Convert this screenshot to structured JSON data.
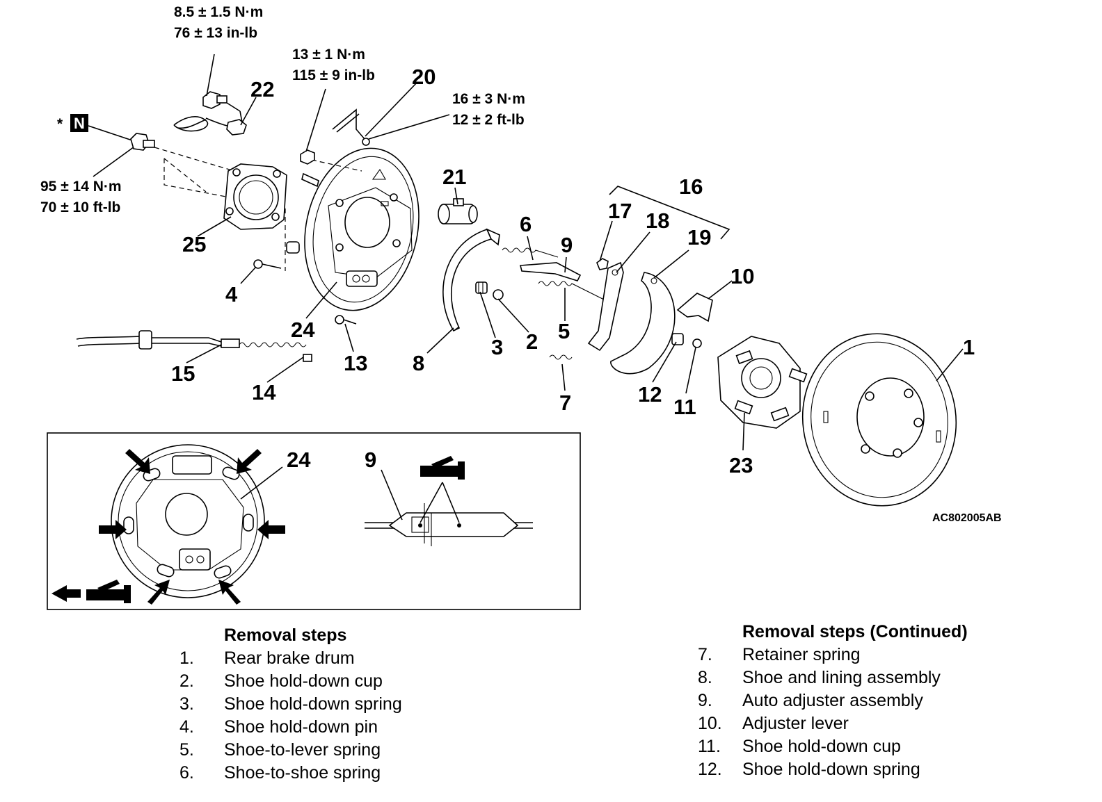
{
  "torque_specs": {
    "t1": [
      "8.5 ± 1.5 N·m",
      "76 ± 13 in-lb"
    ],
    "t2": [
      "13 ± 1 N·m",
      "115 ± 9 in-lb"
    ],
    "t3": [
      "16 ± 3 N·m",
      "12 ± 2 ft-lb"
    ],
    "t4": [
      "95 ± 14 N·m",
      "70 ± 10 ft-lb"
    ]
  },
  "marks": {
    "asterisk": "*",
    "new_part": "N"
  },
  "callouts": [
    "1",
    "2",
    "3",
    "4",
    "5",
    "6",
    "7",
    "8",
    "9",
    "10",
    "11",
    "12",
    "13",
    "14",
    "15",
    "16",
    "17",
    "18",
    "19",
    "20",
    "21",
    "22",
    "23",
    "24",
    "25"
  ],
  "inset": {
    "label_24": "24",
    "label_9": "9"
  },
  "figure_code": "AC802005AB",
  "removal_steps": {
    "title": "Removal steps",
    "items": [
      {
        "num": "1.",
        "text": "Rear brake drum"
      },
      {
        "num": "2.",
        "text": "Shoe hold-down cup"
      },
      {
        "num": "3.",
        "text": "Shoe hold-down spring"
      },
      {
        "num": "4.",
        "text": "Shoe hold-down pin"
      },
      {
        "num": "5.",
        "text": "Shoe-to-lever spring"
      },
      {
        "num": "6.",
        "text": "Shoe-to-shoe spring"
      }
    ]
  },
  "removal_steps_continued": {
    "title": "Removal steps (Continued)",
    "items": [
      {
        "num": "7.",
        "text": "Retainer spring"
      },
      {
        "num": "8.",
        "text": "Shoe and lining assembly"
      },
      {
        "num": "9.",
        "text": "Auto adjuster assembly"
      },
      {
        "num": "10.",
        "text": "Adjuster lever"
      },
      {
        "num": "11.",
        "text": "Shoe hold-down cup"
      },
      {
        "num": "12.",
        "text": "Shoe hold-down spring"
      }
    ]
  }
}
